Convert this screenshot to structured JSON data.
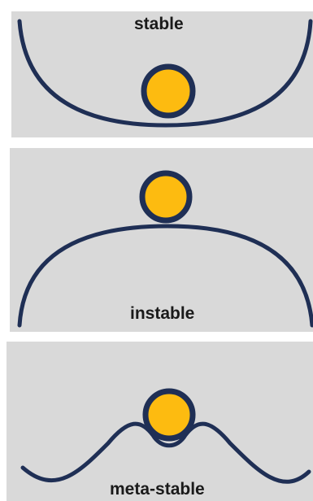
{
  "panels": {
    "stable": {
      "label": "stable"
    },
    "instable": {
      "label": "instable"
    },
    "meta_stable": {
      "label": "meta-stable"
    }
  },
  "colors": {
    "background": "#d9d9d9",
    "curve": "#1f2f55",
    "ball_fill": "#fdbb10",
    "ball_stroke": "#1f2f55",
    "text": "#1a1a1a"
  }
}
